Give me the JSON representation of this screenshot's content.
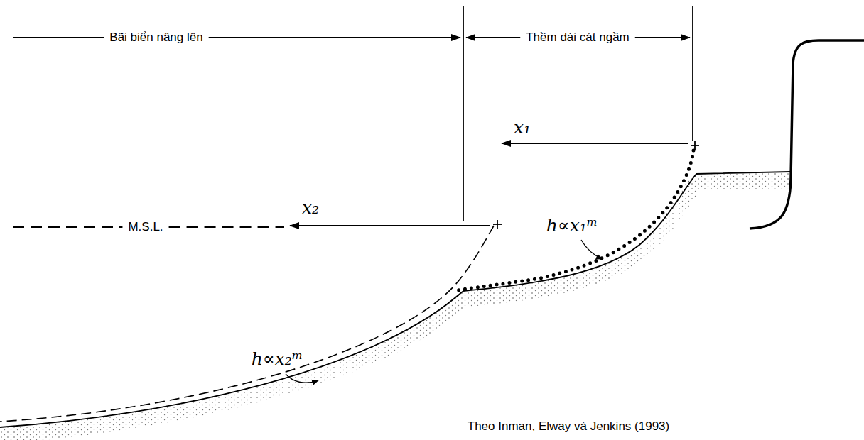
{
  "diagram": {
    "labels": [
      "Bãi biển nâng lên",
      "Thềm dải cát ngầm",
      "x₁",
      "M.S.L.",
      "x₂",
      "h∝x₁ᵐ",
      "h∝x₂ᵐ",
      "Theo Inman, Elway và Jenkins (1993)"
    ]
  }
}
